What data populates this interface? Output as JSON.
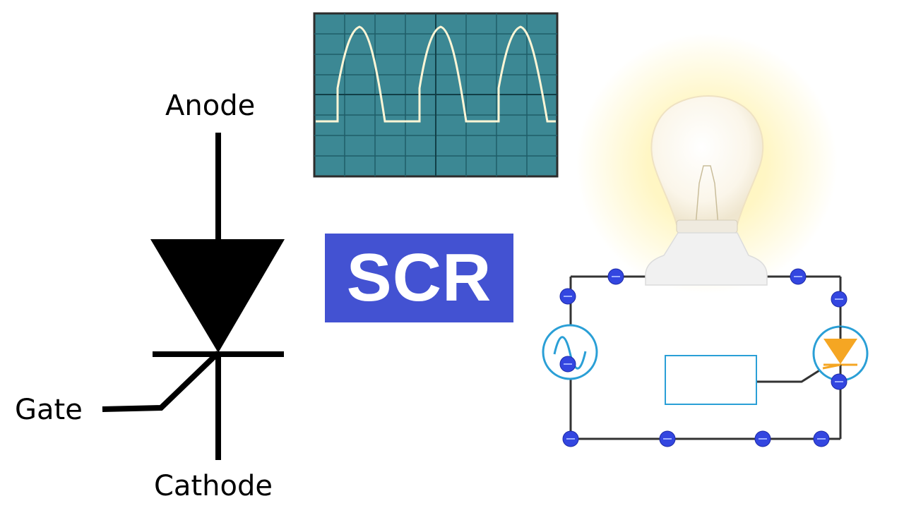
{
  "labels": {
    "anode": "Anode",
    "gate": "Gate",
    "cathode": "Cathode",
    "title": "SCR"
  },
  "colors": {
    "title_bg": "#4352d2",
    "title_text": "#ffffff",
    "scope_screen": "#3f8f9a",
    "scope_trace": "#fff6d6",
    "trigger_pulse": "#ffd27a",
    "circuit_line": "#333333",
    "node_dot": "#3346e0",
    "component_outline": "#2a9fd6",
    "scr_symbol_fill": "#f5a623",
    "lamp_glow": "#fff3b0"
  },
  "icons": [
    "scr-symbol",
    "oscilloscope-display",
    "light-bulb-icon",
    "ac-source-icon",
    "scr-symbol-small",
    "trigger-circuit-box"
  ]
}
